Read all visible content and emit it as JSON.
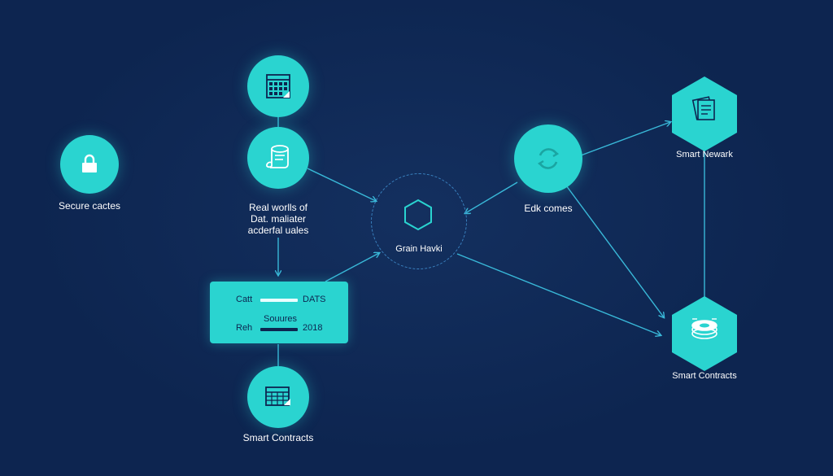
{
  "nodes": {
    "secure": {
      "label": "Secure cactes",
      "icon": "lock-icon"
    },
    "calendar": {
      "icon": "calendar-icon"
    },
    "scroll": {
      "icon": "scroll-icon"
    },
    "real_world": {
      "lines": [
        "Real worlls of",
        "Dat. maliater",
        "acderfal uales"
      ]
    },
    "hub": {
      "label": "Grain Havki",
      "icon": "hexagon-icon"
    },
    "edk": {
      "label": "Edk comes",
      "icon": "refresh-icon"
    },
    "smart_network": {
      "label": "Smart Newark",
      "icon": "documents-icon"
    },
    "smart_contracts_right": {
      "label": "Smart Contracts",
      "icon": "chip-stack-icon"
    },
    "smart_contracts_bottom": {
      "label": "Smart Contracts",
      "icon": "spreadsheet-icon"
    }
  },
  "panel": {
    "row1_left": "Catt",
    "row1_right": "DATS",
    "center": "Souures",
    "row2_left": "Reh",
    "row2_right": "2018"
  },
  "colors": {
    "background": "#0d2550",
    "accent": "#2ad4d0",
    "connector": "#39b8d8",
    "text": "#ffffff",
    "hub_ring": "#3a82c0"
  }
}
